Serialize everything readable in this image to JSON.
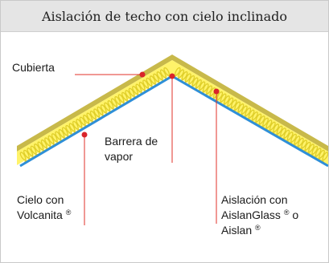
{
  "title": "Aislación de techo con cielo inclinado",
  "labels": {
    "cubierta": "Cubierta",
    "barrera_line1": "Barrera de",
    "barrera_line2": "vapor",
    "cielo_line1": "Cielo con",
    "cielo_line2_text": "Volcanita",
    "cielo_line2_mark": "®",
    "aislacion_line1": "Aislación con",
    "aislacion_line2_text": "AislanGlass",
    "aislacion_line2_mark": "®",
    "aislacion_line2_tail": " o",
    "aislacion_line3_text": "Aislan",
    "aislacion_line3_mark": "®"
  },
  "colors": {
    "roof_cover": "#c8b94a",
    "insulation_fill": "#fff36a",
    "insulation_coil": "#e0cf2a",
    "vapor_barrier": "#2f8fd8",
    "leader": "#e0302a",
    "marker": "#d9242a"
  }
}
